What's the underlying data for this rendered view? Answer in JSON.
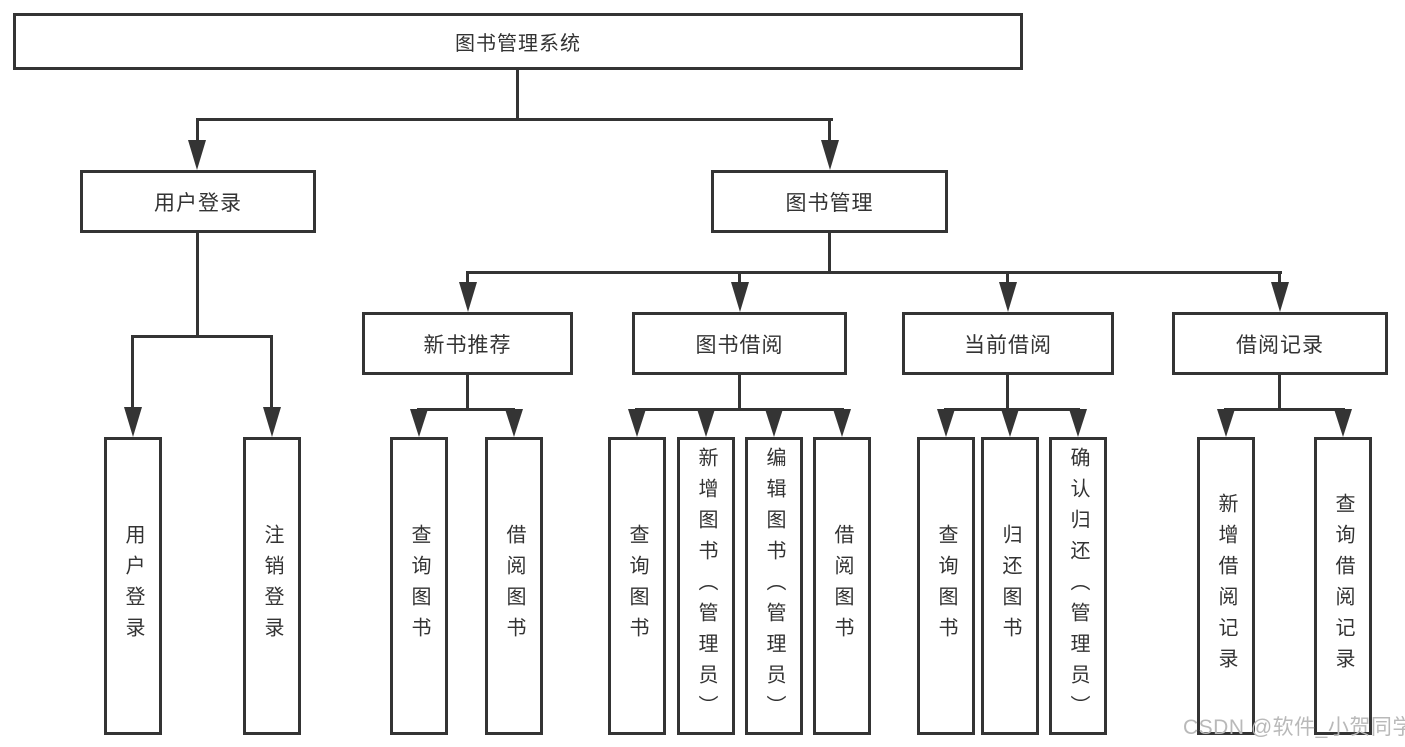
{
  "diagram": {
    "title": "图书管理系统",
    "watermark": "CSDN @软件_小贺同学",
    "colors": {
      "line": "#343434",
      "text": "#333333",
      "background": "#ffffff",
      "watermark": "#b9b9b9"
    },
    "nodes": {
      "root": {
        "label": "图书管理系统"
      },
      "level2": [
        {
          "label": "用户登录",
          "parent": "图书管理系统"
        },
        {
          "label": "图书管理",
          "parent": "图书管理系统"
        }
      ],
      "level3": [
        {
          "label": "新书推荐",
          "parent": "图书管理"
        },
        {
          "label": "图书借阅",
          "parent": "图书管理"
        },
        {
          "label": "当前借阅",
          "parent": "图书管理"
        },
        {
          "label": "借阅记录",
          "parent": "图书管理"
        }
      ],
      "level4": [
        {
          "label": "用户登录",
          "parent": "用户登录"
        },
        {
          "label": "注销登录",
          "parent": "用户登录"
        },
        {
          "label": "查询图书",
          "parent": "新书推荐"
        },
        {
          "label": "借阅图书",
          "parent": "新书推荐"
        },
        {
          "label": "查询图书",
          "parent": "图书借阅"
        },
        {
          "label": "新增图书（管理员）",
          "parent": "图书借阅"
        },
        {
          "label": "编辑图书（管理员）",
          "parent": "图书借阅"
        },
        {
          "label": "借阅图书",
          "parent": "图书借阅"
        },
        {
          "label": "查询图书",
          "parent": "当前借阅"
        },
        {
          "label": "归还图书",
          "parent": "当前借阅"
        },
        {
          "label": "确认归还（管理员）",
          "parent": "当前借阅"
        },
        {
          "label": "新增借阅记录",
          "parent": "借阅记录"
        },
        {
          "label": "查询借阅记录",
          "parent": "借阅记录"
        }
      ]
    }
  }
}
